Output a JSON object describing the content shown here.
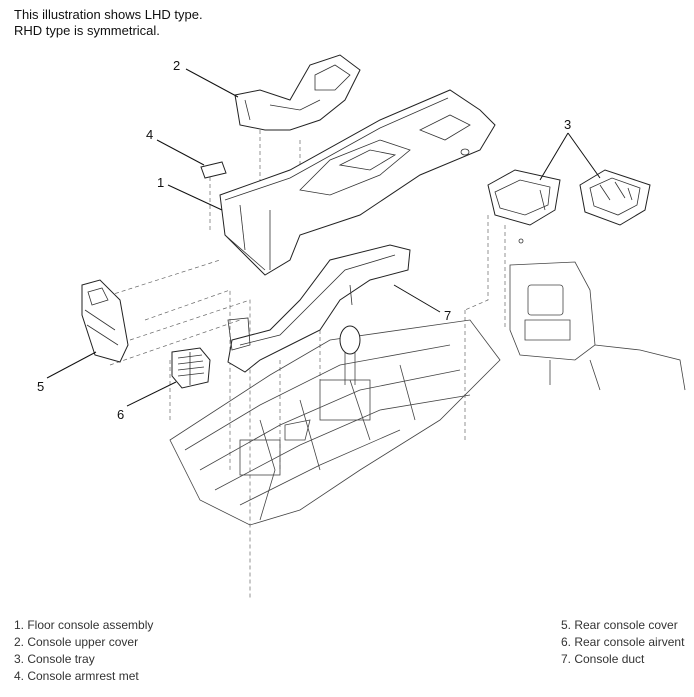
{
  "note": {
    "line1": "This illustration shows LHD type.",
    "line2": "RHD type is symmetrical."
  },
  "callouts": [
    "1",
    "2",
    "3",
    "4",
    "5",
    "6",
    "7"
  ],
  "legend": {
    "left": [
      "1. Floor console assembly",
      "2. Console upper cover",
      "3. Console tray",
      "4. Console armrest met"
    ],
    "right": [
      "5. Rear console cover",
      "6. Rear console airvent",
      "7. Console duct"
    ]
  }
}
